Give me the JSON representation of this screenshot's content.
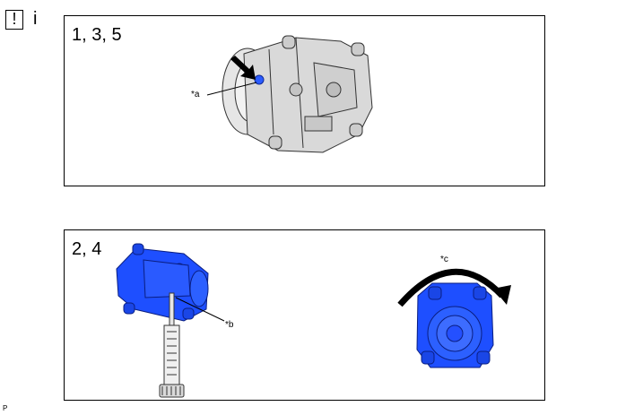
{
  "header": {
    "warning_symbol": "!",
    "info_symbol": "i"
  },
  "panels": [
    {
      "step": "1, 3, 5",
      "callout": "*a"
    },
    {
      "step": "2, 4",
      "callouts": [
        "*b",
        "*c"
      ]
    }
  ],
  "footer_code": "P",
  "colors": {
    "part_blue": "#1e4fff",
    "part_gray": "#d9d9d9",
    "outline": "#333333",
    "highlight": "#2b5cff"
  }
}
